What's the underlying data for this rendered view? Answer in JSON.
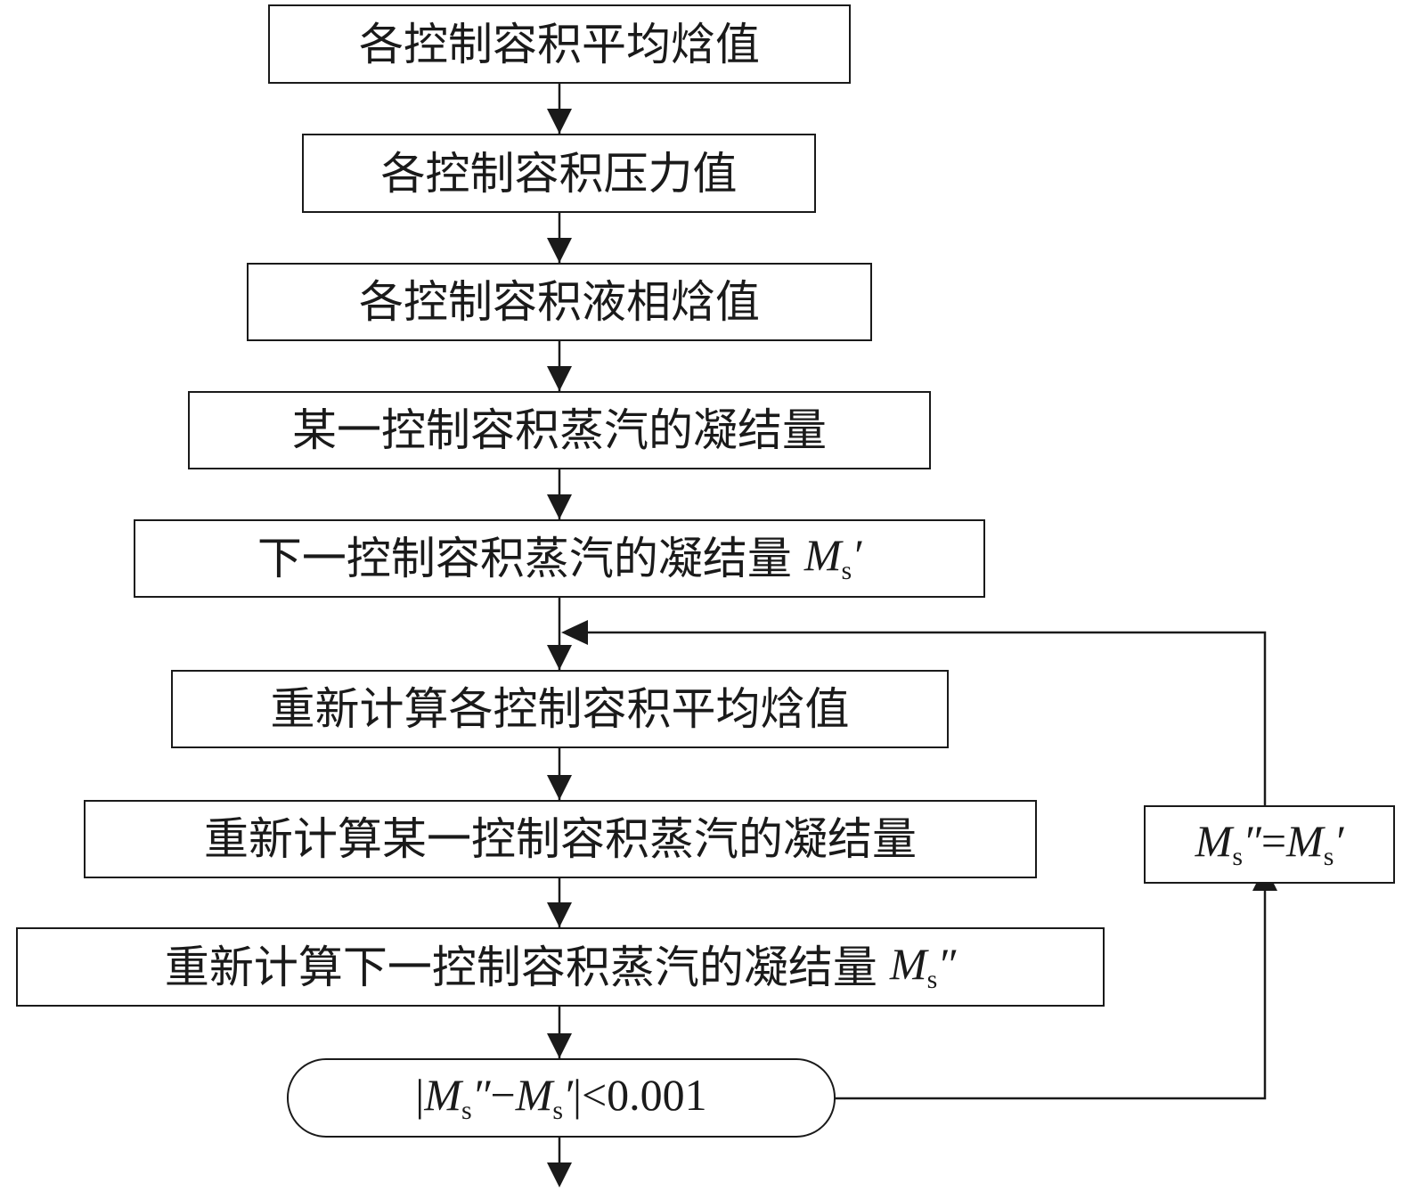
{
  "nodes": {
    "n1": {
      "text": "各控制容积平均焓值"
    },
    "n2": {
      "text": "各控制容积压力值"
    },
    "n3": {
      "text": "各控制容积液相焓值"
    },
    "n4": {
      "text": "某一控制容积蒸汽的凝结量"
    },
    "n5": {
      "text": "下一控制容积蒸汽的凝结量",
      "var": "M",
      "sub": "s",
      "prime": "′"
    },
    "n6": {
      "text": "重新计算各控制容积平均焓值"
    },
    "n7": {
      "text": "重新计算某一控制容积蒸汽的凝结量"
    },
    "n8": {
      "text": "重新计算下一控制容积蒸汽的凝结量",
      "var": "M",
      "sub": "s",
      "prime": "″"
    },
    "decision": {
      "bar": "|",
      "var1": "M",
      "sub1": "s",
      "prime1": "″",
      "minus": "−",
      "var2": "M",
      "sub2": "s",
      "prime2": "′",
      "tail": "|<0.001"
    },
    "update": {
      "var1": "M",
      "sub1": "s",
      "prime1": "″",
      "eq": "=",
      "var2": "M",
      "sub2": "s",
      "prime2": "′"
    }
  },
  "colors": {
    "stroke": "#1a1a1a",
    "background": "#ffffff"
  }
}
